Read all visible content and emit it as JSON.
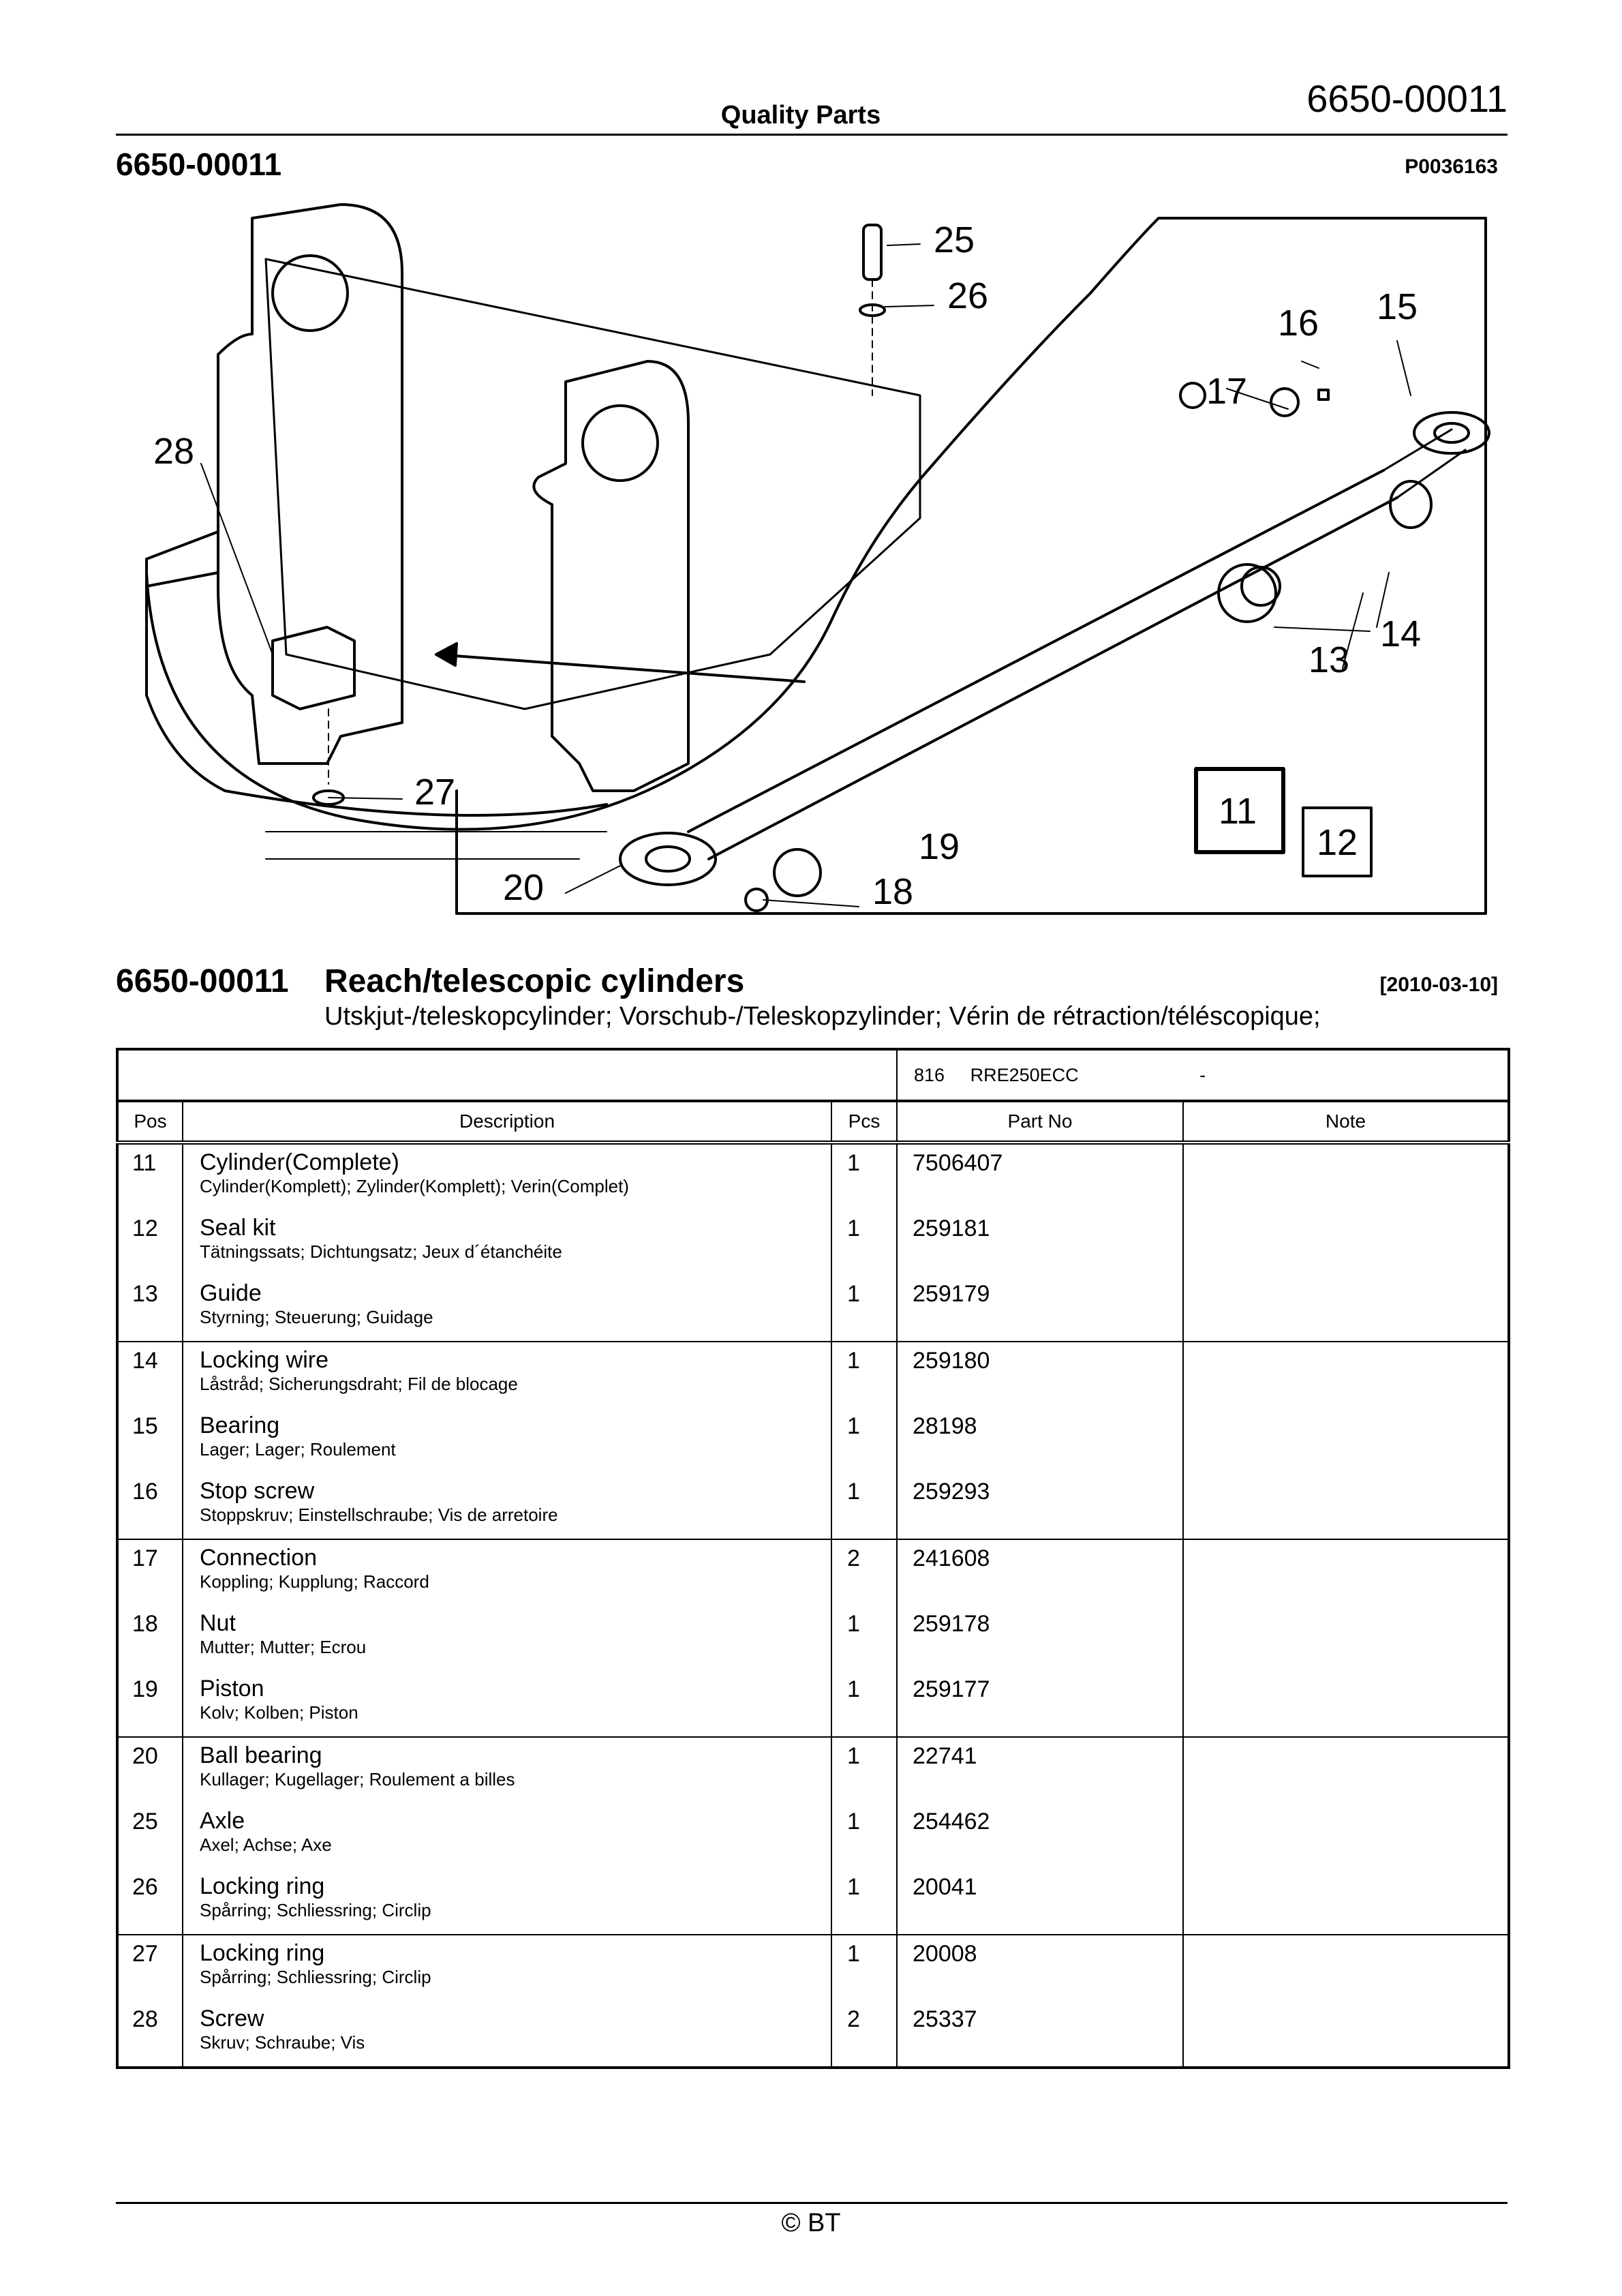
{
  "header": {
    "center": "Quality Parts",
    "doc_number": "6650-00011"
  },
  "figure": {
    "number": "6650-00011",
    "ref": "P0036163",
    "callouts": [
      "25",
      "26",
      "15",
      "16",
      "17",
      "28",
      "13",
      "14",
      "27",
      "11",
      "12",
      "19",
      "20",
      "18"
    ]
  },
  "section": {
    "number": "6650-00011",
    "title": "Reach/telescopic cylinders",
    "date": "[2010-03-10]",
    "subtitle": "Utskjut-/teleskopcylinder; Vorschub-/Teleskopzylinder; Vérin de rétraction/téléscopique;"
  },
  "model": {
    "code": "816",
    "name": "RRE250ECC",
    "value": "-"
  },
  "table": {
    "headers": {
      "pos": "Pos",
      "description": "Description",
      "pcs": "Pcs",
      "part_no": "Part No",
      "note": "Note"
    },
    "rows": [
      {
        "pos": "11",
        "desc": "Cylinder(Complete)",
        "trans": "Cylinder(Komplett); Zylinder(Komplett); Verin(Complet)",
        "pcs": "1",
        "part_no": "7506407"
      },
      {
        "pos": "12",
        "desc": "Seal kit",
        "trans": "Tätningssats; Dichtungsatz; Jeux d´étanchéite",
        "pcs": "1",
        "part_no": "259181"
      },
      {
        "pos": "13",
        "desc": "Guide",
        "trans": "Styrning; Steuerung; Guidage",
        "pcs": "1",
        "part_no": "259179"
      },
      {
        "pos": "14",
        "desc": "Locking wire",
        "trans": "Låstråd; Sicherungsdraht; Fil de blocage",
        "pcs": "1",
        "part_no": "259180"
      },
      {
        "pos": "15",
        "desc": "Bearing",
        "trans": "Lager; Lager; Roulement",
        "pcs": "1",
        "part_no": "28198"
      },
      {
        "pos": "16",
        "desc": "Stop screw",
        "trans": "Stoppskruv; Einstellschraube; Vis de arretoire",
        "pcs": "1",
        "part_no": "259293"
      },
      {
        "pos": "17",
        "desc": "Connection",
        "trans": "Koppling; Kupplung; Raccord",
        "pcs": "2",
        "part_no": "241608"
      },
      {
        "pos": "18",
        "desc": "Nut",
        "trans": "Mutter; Mutter; Ecrou",
        "pcs": "1",
        "part_no": "259178"
      },
      {
        "pos": "19",
        "desc": "Piston",
        "trans": "Kolv; Kolben; Piston",
        "pcs": "1",
        "part_no": "259177"
      },
      {
        "pos": "20",
        "desc": "Ball bearing",
        "trans": "Kullager; Kugellager; Roulement a billes",
        "pcs": "1",
        "part_no": "22741"
      },
      {
        "pos": "25",
        "desc": "Axle",
        "trans": "Axel; Achse; Axe",
        "pcs": "1",
        "part_no": "254462"
      },
      {
        "pos": "26",
        "desc": "Locking ring",
        "trans": "Spårring; Schliessring; Circlip",
        "pcs": "1",
        "part_no": "20041"
      },
      {
        "pos": "27",
        "desc": "Locking ring",
        "trans": "Spårring; Schliessring; Circlip",
        "pcs": "1",
        "part_no": "20008"
      },
      {
        "pos": "28",
        "desc": "Screw",
        "trans": "Skruv; Schraube; Vis",
        "pcs": "2",
        "part_no": "25337"
      }
    ]
  },
  "footer": {
    "copyright": "© BT"
  }
}
